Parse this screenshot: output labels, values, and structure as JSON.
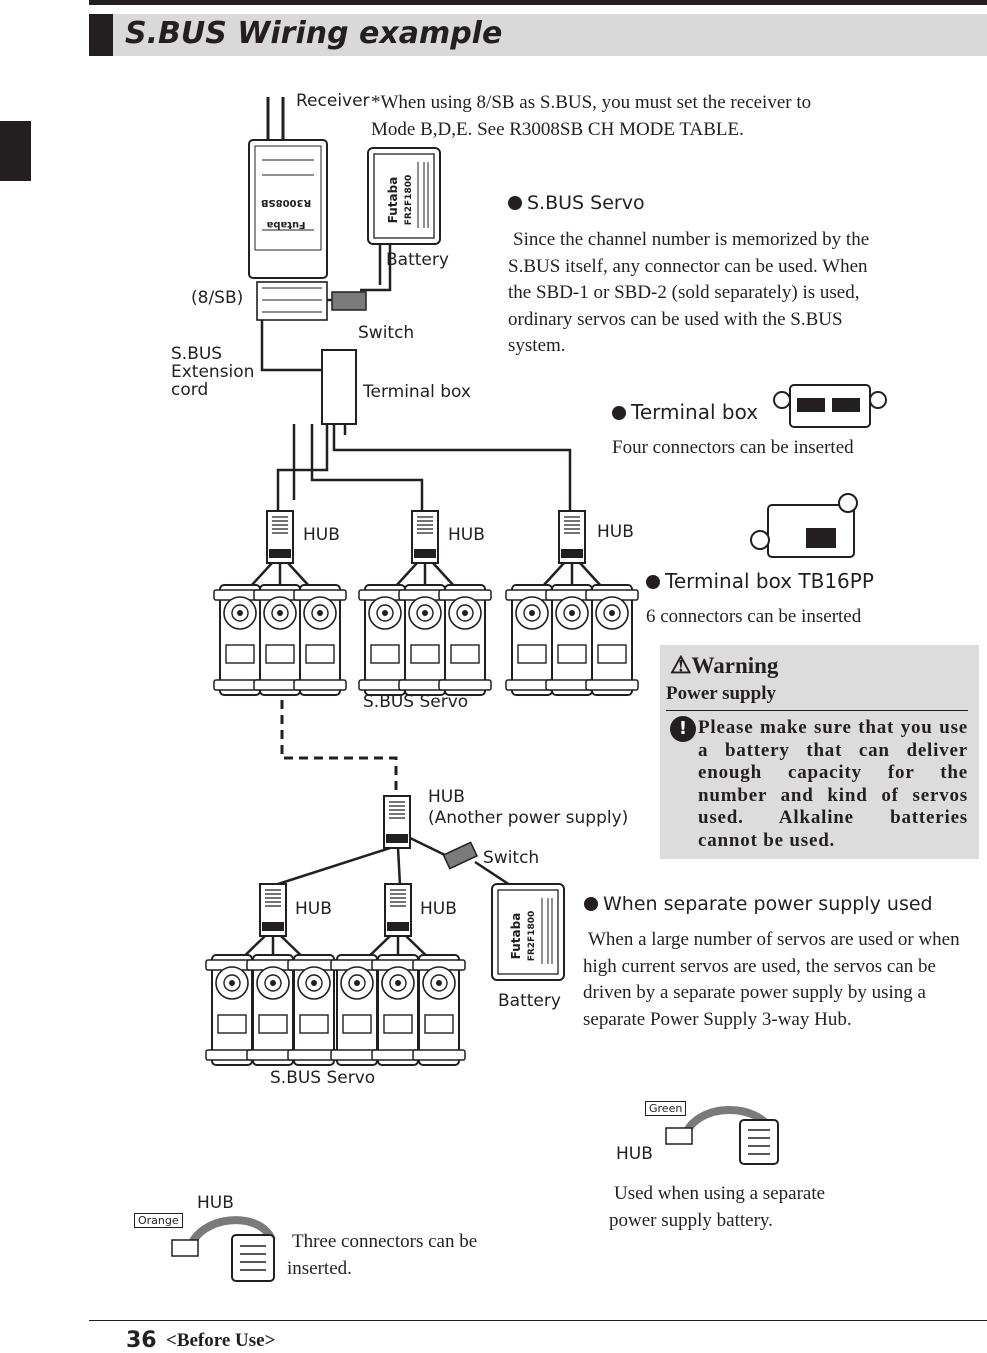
{
  "header": {
    "title": "S.BUS Wiring example"
  },
  "diagram": {
    "receiver_label": "Receiver",
    "receiver_model": "R3008SB",
    "receiver_brand": "Futaba",
    "battery_model": "FR2F1800",
    "battery_brand": "Futaba",
    "note_line1": "*When using 8/SB as S.BUS, you must set the receiver to",
    "note_line2": "Mode B,D,E.  See R3008SB CH MODE TABLE.",
    "port_label": "(8/SB)",
    "battery_label": "Battery",
    "switch_label": "Switch",
    "ext_cord_line1": "S.BUS",
    "ext_cord_line2": "Extension",
    "ext_cord_line3": "cord",
    "terminal_box_label": "Terminal box",
    "hub_label": "HUB",
    "sbus_servo_label": "S.BUS Servo",
    "hub_another_line1": "HUB",
    "hub_another_line2": "(Another power supply)",
    "switch2_label": "Switch",
    "battery2_label": "Battery",
    "sbus_servo2_label": "S.BUS Servo"
  },
  "info": {
    "servo_head": "S.BUS Servo",
    "servo_text": "Since the channel number is memorized by the S.BUS itself, any connector can be used. When the SBD-1 or SBD-2 (sold separately) is used, ordinary servos can be used with the S.BUS system.",
    "tbox_head": "Terminal box",
    "tbox_text": "Four connectors can be inserted",
    "tb16_head": "Terminal box TB16PP",
    "tb16_text": "6 connectors can be inserted",
    "sep_head": "When separate power supply used",
    "sep_text": "When a large number of servos are used or when high current servos are used,  the servos can be driven by a separate power supply by using a separate Power Supply 3-way Hub.",
    "hub_green_tag": "Green",
    "hub_green_label": "HUB",
    "hub_green_text": "Used when using a separate power supply battery.",
    "hub_orange_tag": "Orange",
    "hub_orange_label": "HUB",
    "hub_orange_text": "Three connectors can be inserted."
  },
  "warning": {
    "title": "Warning",
    "subtitle": "Power supply",
    "icon": "exclamation-icon",
    "body": "Please make sure that you use a battery that can deliver enough capacity for the number and kind of servos used. Alkaline batteries cannot be used."
  },
  "footer": {
    "page": "36",
    "section": "<Before Use>"
  }
}
